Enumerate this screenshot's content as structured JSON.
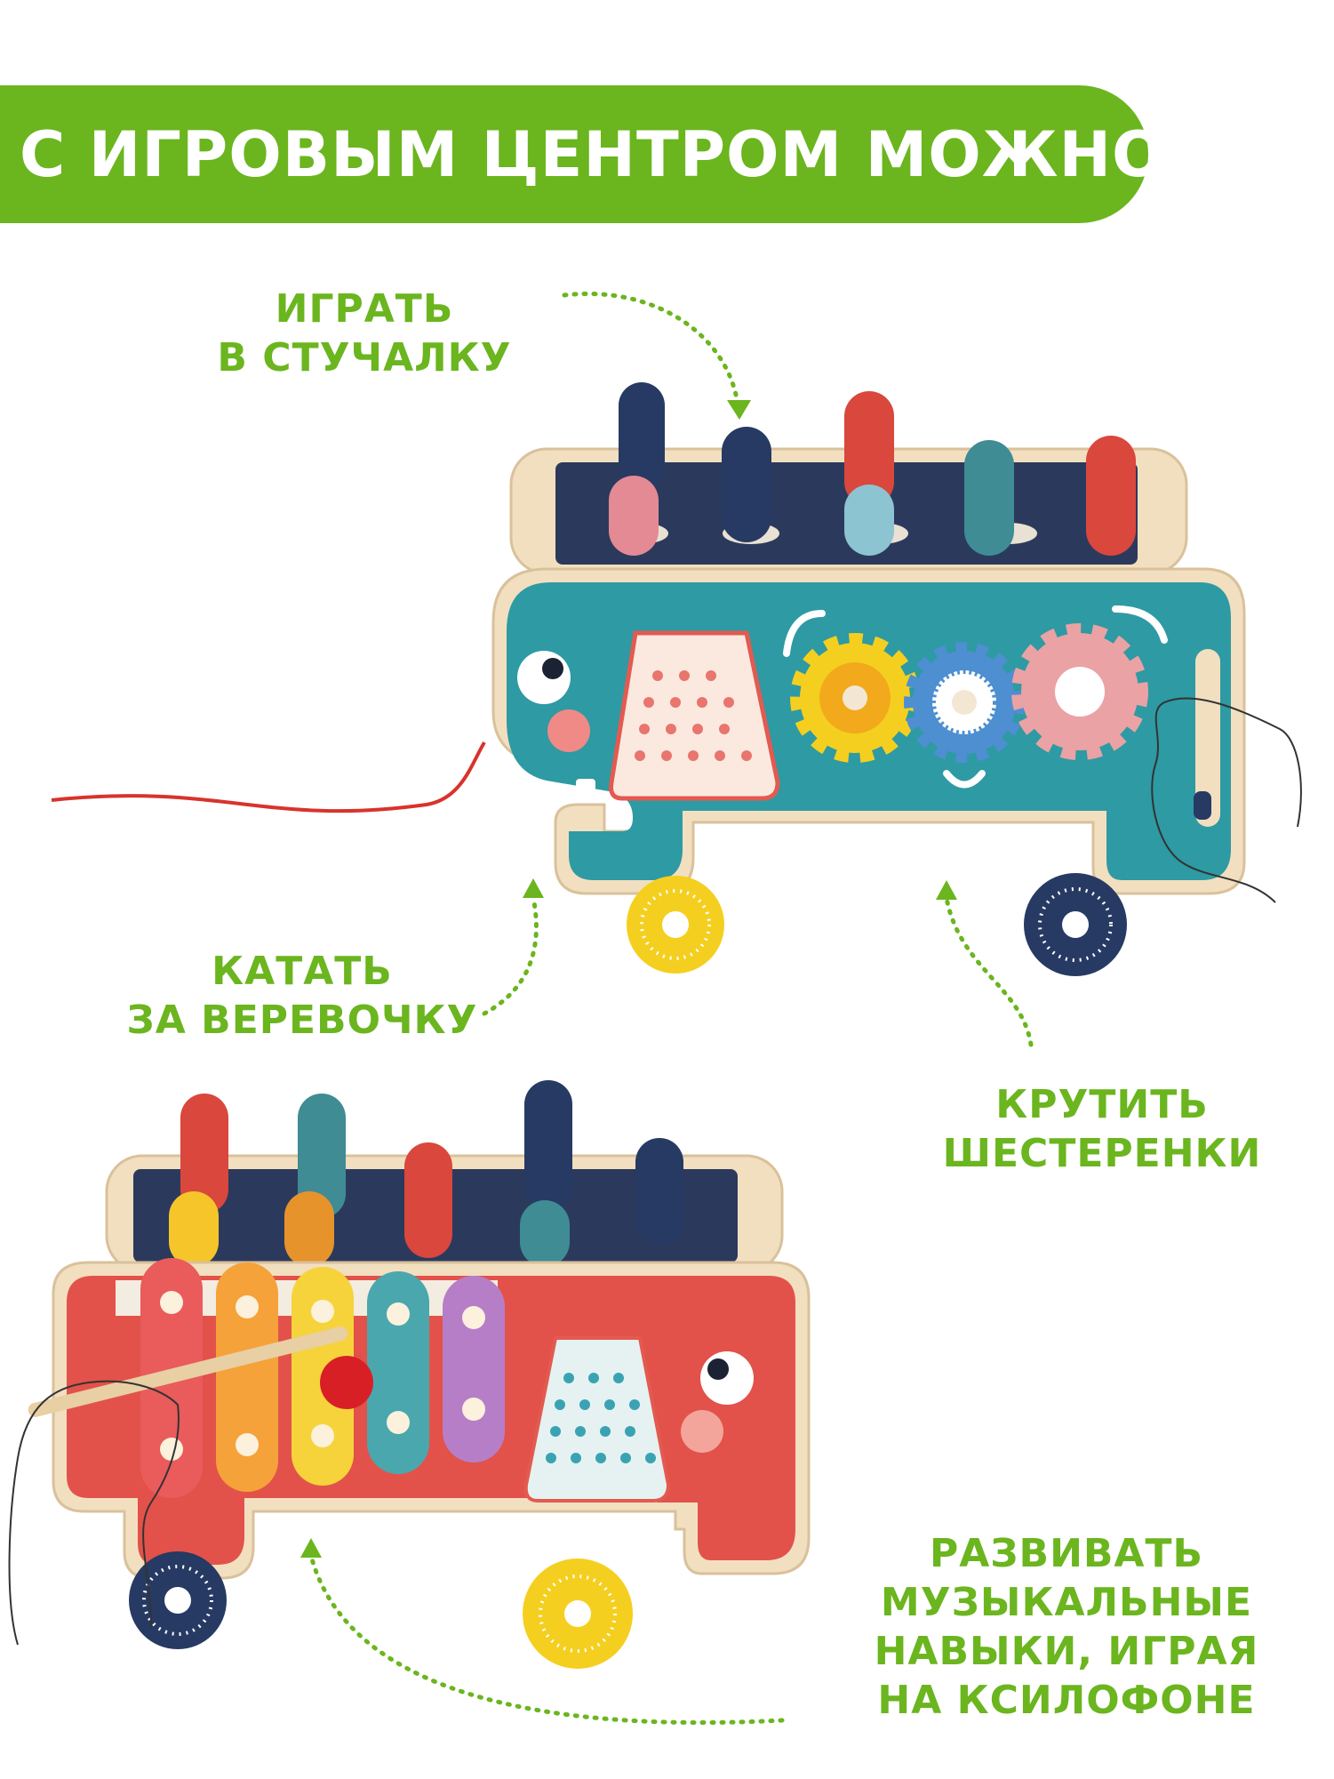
{
  "banner": {
    "title": "С ИГРОВЫМ ЦЕНТРОМ МОЖНО:"
  },
  "features": {
    "hammer": [
      "ИГРАТЬ",
      "В СТУЧАЛКУ"
    ],
    "pull": [
      "КАТАТЬ",
      "ЗА ВЕРЕВОЧКУ"
    ],
    "gears": [
      "КРУТИТЬ",
      "ШЕСТЕРЕНКИ"
    ],
    "xylophone": [
      "РАЗВИВАТЬ",
      "МУЗЫКАЛЬНЫЕ",
      "НАВЫКИ, ИГРАЯ",
      "НА КСИЛОФОНЕ"
    ]
  },
  "colors": {
    "accent_green": "#6bb51f",
    "elephant_teal": "#2e9aa3",
    "elephant_red": "#e2524a",
    "board_navy": "#2b3a5c",
    "wood": "#f2dfc0"
  }
}
